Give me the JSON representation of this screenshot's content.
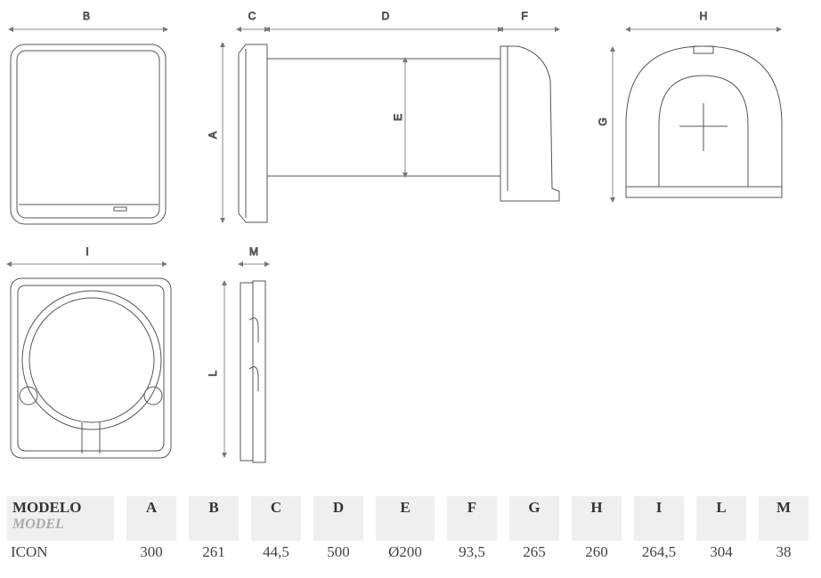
{
  "dimension_labels": {
    "A": "A",
    "B": "B",
    "C": "C",
    "D": "D",
    "E": "E",
    "F": "F",
    "G": "G",
    "H": "H",
    "I": "I",
    "L": "L",
    "M": "M"
  },
  "table": {
    "model_header": "MODELO",
    "model_header_en": "MODEL",
    "columns": [
      "A",
      "B",
      "C",
      "D",
      "E",
      "F",
      "G",
      "H",
      "I",
      "L",
      "M"
    ],
    "rows": [
      {
        "model": "ICON",
        "values": [
          "300",
          "261",
          "44,5",
          "500",
          "Ø200",
          "93,5",
          "265",
          "260",
          "264,5",
          "304",
          "38"
        ]
      }
    ]
  }
}
